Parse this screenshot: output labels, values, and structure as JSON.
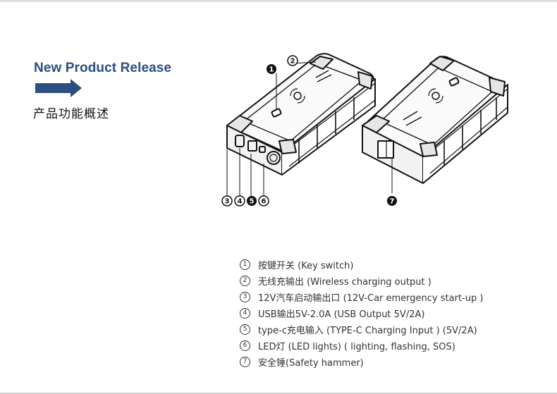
{
  "header": {
    "title": "New Product Release",
    "subtitle": "产品功能概述"
  },
  "figure": {
    "callouts": [
      "1",
      "2",
      "3",
      "4",
      "5",
      "6",
      "7"
    ]
  },
  "features": [
    {
      "num": "1",
      "text": "按键开关 (Key switch)"
    },
    {
      "num": "2",
      "text": "无线充输出 (Wireless charging output )"
    },
    {
      "num": "3",
      "text": "12V汽车启动输出口 (12V-Car emergency start-up )"
    },
    {
      "num": "4",
      "text": "USB输出5V-2.0A (USB Output 5V/2A)"
    },
    {
      "num": "5",
      "text": "type-c充电输入 (TYPE-C Charging Input ) (5V/2A)"
    },
    {
      "num": "6",
      "text": "LED灯 (LED lights) ( lighting, flashing, SOS)"
    },
    {
      "num": "7",
      "text": "安全锤(Safety hammer)"
    }
  ],
  "colors": {
    "heading": "#2b4f7e",
    "arrow": "#2b4f7e"
  }
}
